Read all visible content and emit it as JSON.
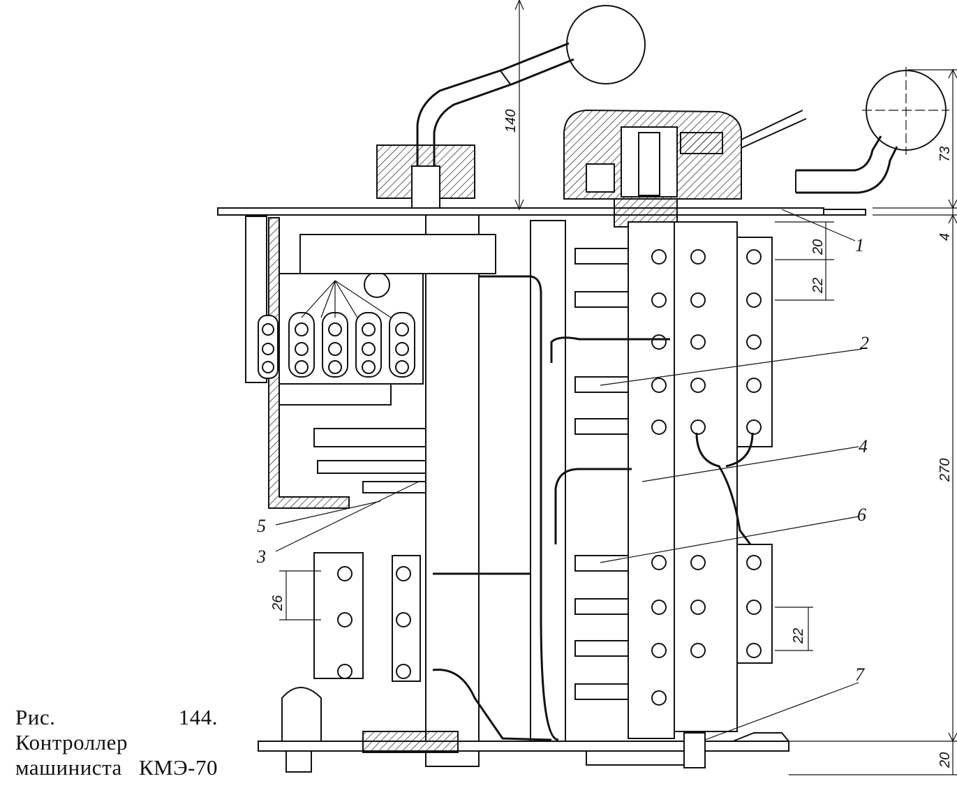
{
  "caption": "Рис. 144. Контроллер машиниста КМЭ-70",
  "callouts": [
    "1",
    "2",
    "3",
    "4",
    "5",
    "6",
    "7"
  ],
  "dimensions": [
    "140",
    "73",
    "4",
    "20",
    "22",
    "270",
    "26",
    "22",
    "20"
  ]
}
